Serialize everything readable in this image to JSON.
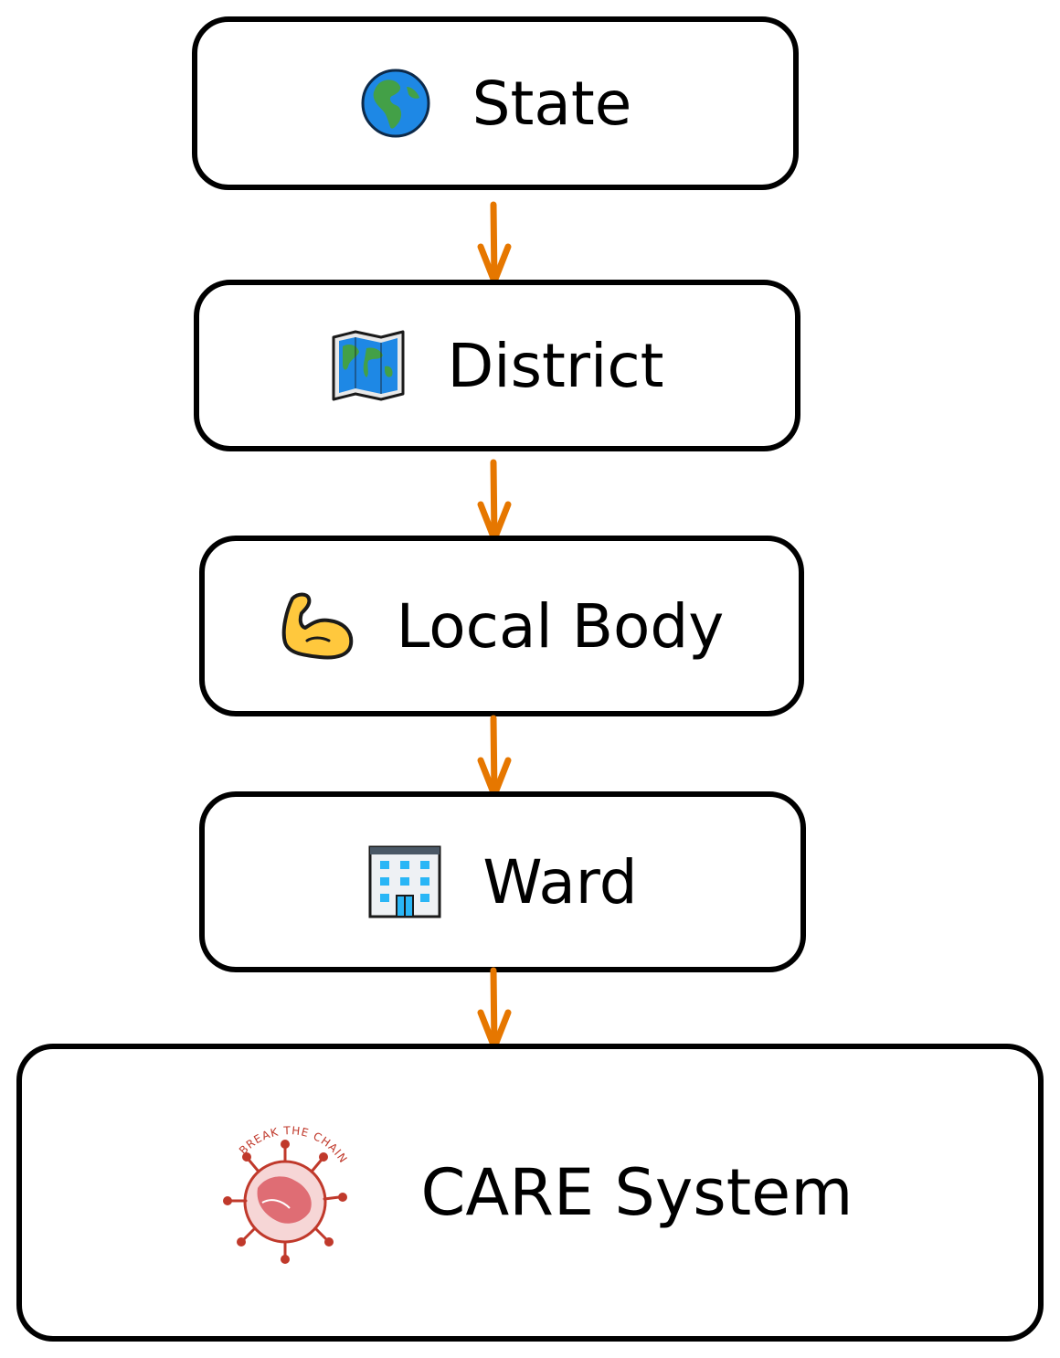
{
  "nodes": [
    {
      "id": "state",
      "label": "State",
      "icon": "globe-americas-icon"
    },
    {
      "id": "district",
      "label": "District",
      "icon": "world-map-icon"
    },
    {
      "id": "local_body",
      "label": "Local Body",
      "icon": "flexed-biceps-icon"
    },
    {
      "id": "ward",
      "label": "Ward",
      "icon": "office-building-icon"
    },
    {
      "id": "care",
      "label": "CARE System",
      "icon": "break-the-chain-logo",
      "logo_text": "BREAK THE CHAIN"
    }
  ],
  "edges": [
    {
      "from": "state",
      "to": "district"
    },
    {
      "from": "district",
      "to": "local_body"
    },
    {
      "from": "local_body",
      "to": "ward"
    },
    {
      "from": "ward",
      "to": "care"
    }
  ],
  "colors": {
    "arrow": "#E67700",
    "border": "#000000",
    "logo": "#C0392B"
  }
}
